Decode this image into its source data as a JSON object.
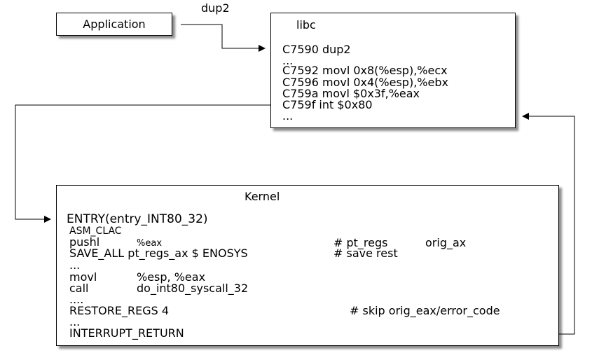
{
  "application": {
    "label": "Application"
  },
  "edge_label": "dup2",
  "libc": {
    "title": "libc",
    "lines": [
      "C7590 dup2",
      "...",
      "C7592 movl 0x8(%esp),%ecx",
      "C7596 movl 0x4(%esp),%ebx",
      "C759a movl $0x3f,%eax",
      "C759f int $0x80",
      "..."
    ]
  },
  "kernel": {
    "title": "Kernel",
    "entry": "ENTRY(entry_INT80_32)",
    "asm_clac": "ASM_CLAC",
    "pushl": "pushl",
    "pushl_arg": "%eax",
    "comment1_a": "# pt_regs",
    "comment1_b": "orig_ax",
    "save_all": "SAVE_ALL pt_regs_ax $ ENOSYS",
    "comment2": "# save rest",
    "dots1": "...",
    "movl": "movl",
    "movl_args": "%esp, %eax",
    "call": "call",
    "call_target": "do_int80_syscall_32",
    "dots2": "....",
    "restore": "RESTORE_REGS 4",
    "comment3": "# skip orig_eax/error_code",
    "dots3": "...",
    "iret": "INTERRUPT_RETURN"
  }
}
